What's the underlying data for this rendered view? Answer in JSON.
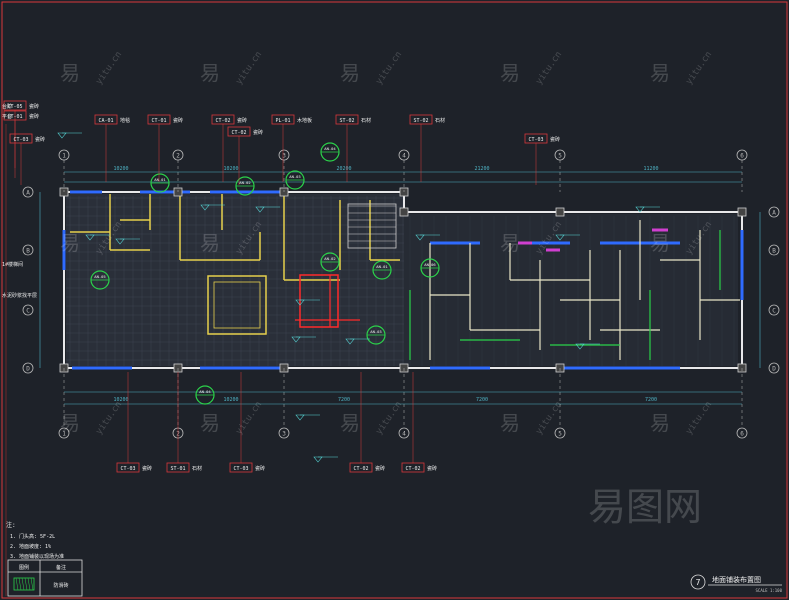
{
  "sheet": {
    "title": "地面铺装布置图",
    "scale_note": "SCALE 1:100",
    "number": "7",
    "frame_color": "#d8383a"
  },
  "colors": {
    "background": "#1e2229",
    "wall": "#e8e8ea",
    "dim": "#4fb3c4",
    "axis": "#b9b9b9",
    "tag": "#d8383a",
    "green": "#2bd24a",
    "yellow": "#e6d04c",
    "blue": "#2f6bff",
    "magenta": "#d03fd0",
    "level": "#56d6d6"
  },
  "top_tags": [
    {
      "code": "CT-05",
      "desc": "瓷砖"
    },
    {
      "code": "CT-01",
      "desc": "瓷砖"
    },
    {
      "code": "CA-01",
      "desc": "地毯"
    },
    {
      "code": "CT-01",
      "desc": "瓷砖"
    },
    {
      "code": "CT-02",
      "desc": "瓷砖"
    },
    {
      "code": "PL-01",
      "desc": "木地板"
    },
    {
      "code": "ST-02",
      "desc": "石材"
    },
    {
      "code": "ST-02",
      "desc": "石材"
    },
    {
      "code": "CT-02",
      "desc": "瓷砖"
    },
    {
      "code": "CT-03",
      "desc": "瓷砖"
    },
    {
      "code": "CT-03",
      "desc": "瓷砖"
    }
  ],
  "bottom_tags": [
    {
      "code": "CT-03",
      "desc": "瓷砖"
    },
    {
      "code": "ST-01",
      "desc": "石材"
    },
    {
      "code": "CT-03",
      "desc": "瓷砖"
    },
    {
      "code": "CT-02",
      "desc": "瓷砖"
    },
    {
      "code": "CT-02",
      "desc": "瓷砖"
    }
  ],
  "left_labels": [
    "台阶",
    "平台",
    "1#楼梯间",
    "水泥砂浆找平层"
  ],
  "notes": {
    "header": "注:",
    "lines": [
      "1. 门头高: 5F-2L",
      "2. 地面坡度: 1%",
      "3. 地面铺装以现场为准"
    ]
  },
  "legend": {
    "col_icon": "图例",
    "col_desc": "备注",
    "row_desc": "防滑砖"
  },
  "axes_top": [
    "1",
    "2",
    "3",
    "4",
    "5",
    "6"
  ],
  "axes_bottom": [
    "1",
    "2",
    "3",
    "4",
    "5",
    "6"
  ],
  "axes_side": [
    "A",
    "B",
    "C",
    "D"
  ],
  "dims_top": [
    "10200",
    "10200",
    "20200",
    "21200",
    "11200"
  ],
  "dims_bottom": [
    "10200",
    "10200",
    "7200",
    "7200",
    "7200"
  ],
  "callouts": [
    "AN-01",
    "AN-02",
    "AN-03",
    "AN-04",
    "AN-05",
    "AN-06"
  ],
  "watermark": "易图网",
  "watermark_small": [
    "易",
    "yitu.cn"
  ]
}
